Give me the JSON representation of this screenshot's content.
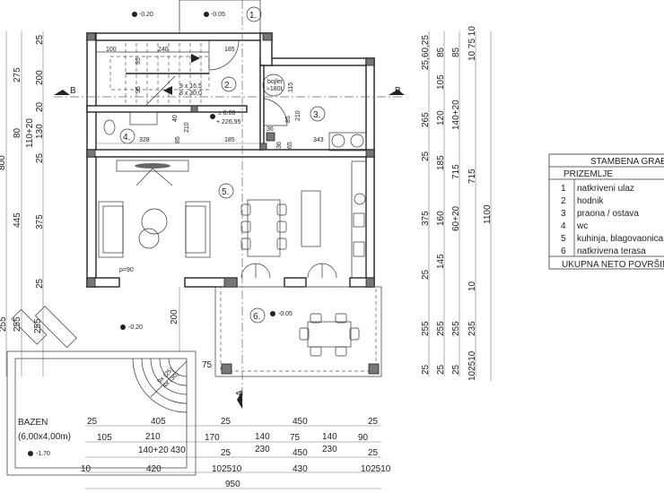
{
  "levels": {
    "entry_outside": "-0.20",
    "entry": "-0.05",
    "floor": "± 0.00",
    "absolute": "+ 226,95",
    "garden": "-0.20",
    "terrace": "-0.05",
    "pool": "-1.70"
  },
  "rooms": [
    "1.",
    "2.",
    "3.",
    "4.",
    "5.",
    "6."
  ],
  "section_marks": {
    "b": "B",
    "a": "A"
  },
  "fixtures": {
    "boiler": "bojler",
    "boiler_volume": "≈180L",
    "stair_rise": "9 x 16,5",
    "stair_run": "8 x 30,0",
    "window": "p=90"
  },
  "pool": {
    "name": "BAZEN",
    "size": "(6,00x4,00m)",
    "steps_1": "9x (25)",
    "steps_2": "4x (30)"
  },
  "interior_dims": [
    "100",
    "240",
    "185",
    "95",
    "95",
    "40",
    "210",
    "85",
    "328",
    "185",
    "36",
    "115",
    "85",
    "210",
    "343",
    "36",
    "65",
    "200",
    "75"
  ],
  "left_dims": [
    "275",
    "80",
    "800",
    "110+20",
    "445",
    "25",
    "200",
    "20",
    "130",
    "25",
    "375",
    "25",
    "255",
    "255",
    "255"
  ],
  "right_dims": [
    "25,60,25",
    "265",
    "25",
    "375",
    "25",
    "255",
    "25",
    "85",
    "105",
    "120",
    "185",
    "160",
    "145",
    "255",
    "25",
    "85",
    "140+20",
    "715",
    "60+20",
    "255",
    "25",
    "10 75 10",
    "715",
    "10",
    "235",
    "102510",
    "1100"
  ],
  "bottom_dims": [
    "25",
    "405",
    "25",
    "450",
    "25",
    "105",
    "210",
    "170",
    "140",
    "75",
    "140",
    "90",
    "140+20",
    "430",
    "230",
    "450",
    "230",
    "25",
    "25",
    "10",
    "420",
    "102510",
    "430",
    "102510",
    "950"
  ],
  "legend": {
    "title": "STAMBENA GRAĐ",
    "floor": "PRIZEMLJE",
    "items": [
      {
        "num": "1",
        "name": "natkriveni ulaz"
      },
      {
        "num": "2",
        "name": "hodnik"
      },
      {
        "num": "3",
        "name": "praona / ostava"
      },
      {
        "num": "4",
        "name": "wc"
      },
      {
        "num": "5",
        "name": "kuhinja, blagovaonica i"
      },
      {
        "num": "6",
        "name": "natkrivena terasa"
      }
    ],
    "total": "UKUPNA NETO POVRŠIN"
  }
}
